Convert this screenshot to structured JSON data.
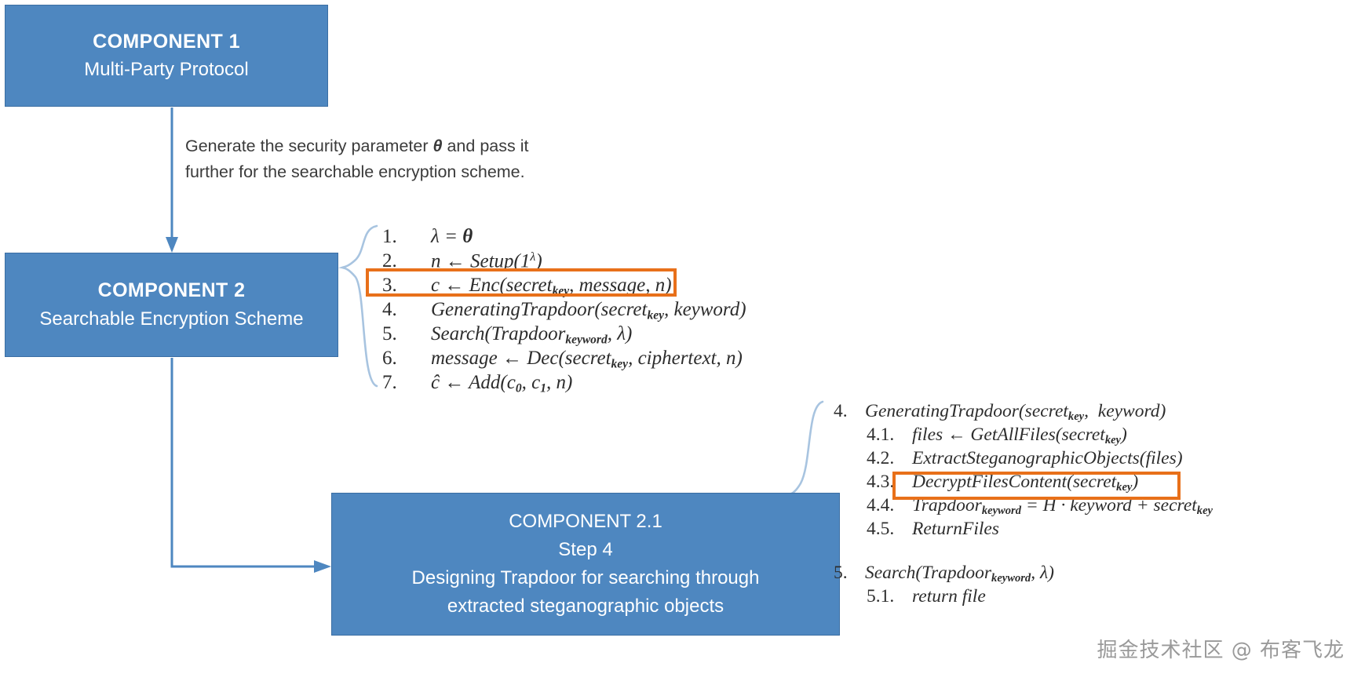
{
  "components": {
    "component_1": {
      "title": "COMPONENT 1",
      "subtitle": "Multi-Party Protocol"
    },
    "component_2": {
      "title": "COMPONENT 2",
      "subtitle": "Searchable Encryption Scheme"
    },
    "component_21": {
      "title": "COMPONENT 2.1",
      "step": "Step 4",
      "line1": "Designing Trapdoor for searching through",
      "line2": "extracted steganographic objects"
    }
  },
  "annotation": {
    "line1_before": "Generate the security parameter ",
    "line1_symbol": "θ",
    "line1_after": " and pass it",
    "line2": "further for the searchable encryption scheme."
  },
  "algorithm_main": {
    "steps": [
      {
        "num": "1.",
        "text": "λ = θ"
      },
      {
        "num": "2.",
        "text": "n ← Setup(1λ)"
      },
      {
        "num": "3.",
        "text": "c ← Enc(secretkey, message, n)"
      },
      {
        "num": "4.",
        "text": "GeneratingTrapdoor(secretkey, keyword)"
      },
      {
        "num": "5.",
        "text": "Search(Trapdoorkeyword, λ)"
      },
      {
        "num": "6.",
        "text": "message ← Dec(secretkey, ciphertext, n)"
      },
      {
        "num": "7.",
        "text": "ĉ ← Add(c0, c1, n)"
      }
    ]
  },
  "algorithm_right": {
    "steps": [
      {
        "num": "4.",
        "text": "GeneratingTrapdoor(secretkey,  keyword)"
      },
      {
        "num": "4.1.",
        "text": "files ← GetAllFiles(secretkey)"
      },
      {
        "num": "4.2.",
        "text": "ExtractSteganographicObjects(files)"
      },
      {
        "num": "4.3.",
        "text": "DecryptFilesContent(secretkey)"
      },
      {
        "num": "4.4.",
        "text": "Trapdoorkeyword = H · keyword + secretkey"
      },
      {
        "num": "4.5.",
        "text": "ReturnFiles"
      },
      {
        "num": "5.",
        "text": "Search(Trapdoorkeyword, λ)"
      },
      {
        "num": "5.1.",
        "text": "return file"
      }
    ]
  },
  "highlights": {
    "color": "#e8701a",
    "step_main": "3.",
    "step_right": "4.3."
  },
  "colors": {
    "box_fill": "#4e87c0",
    "box_border": "#3b6ea3",
    "connector": "#4e87c0",
    "brace": "#a8c4e0",
    "highlight": "#e8701a",
    "text_dark": "#2d2d2d"
  },
  "watermark": {
    "text": "掘金技术社区 @ 布客飞龙"
  }
}
